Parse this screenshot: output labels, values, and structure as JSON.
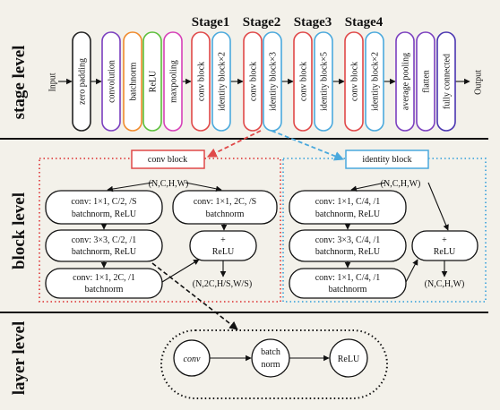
{
  "levels": {
    "stage": "stage level",
    "block": "block level",
    "layer": "layer level"
  },
  "stage_level": {
    "input": "Input",
    "output": "Output",
    "stage_labels": [
      "Stage1",
      "Stage2",
      "Stage3",
      "Stage4"
    ],
    "layers": [
      {
        "label": "zero padding",
        "color": "#222222"
      },
      {
        "label": "convolution",
        "color": "#7b3fbf"
      },
      {
        "label": "batchnorm",
        "color": "#f08a2c"
      },
      {
        "label": "ReLU",
        "color": "#5bbf3a"
      },
      {
        "label": "maxpooling",
        "color": "#d640b8"
      },
      {
        "label": "conv block",
        "color": "#e04848"
      },
      {
        "label": "identity block×2",
        "color": "#4aa9dd"
      },
      {
        "label": "conv block",
        "color": "#e04848"
      },
      {
        "label": "identity block×3",
        "color": "#4aa9dd"
      },
      {
        "label": "conv block",
        "color": "#e04848"
      },
      {
        "label": "identity block×5",
        "color": "#4aa9dd"
      },
      {
        "label": "conv block",
        "color": "#e04848"
      },
      {
        "label": "identity block×2",
        "color": "#4aa9dd"
      },
      {
        "label": "average pooling",
        "color": "#7b3fbf"
      },
      {
        "label": "flatten",
        "color": "#7b3fbf"
      },
      {
        "label": "fully connected",
        "color": "#4a35b0"
      }
    ]
  },
  "block_level": {
    "conv_block": {
      "title": "conv block",
      "color": "#e04848",
      "input_shape": "(N,C,H,W)",
      "main_path": [
        {
          "line1": "conv: 1×1, C/2, /S",
          "line2": "batchnorm, ReLU"
        },
        {
          "line1": "conv: 3×3, C/2, /1",
          "line2": "batchnorm, ReLU"
        },
        {
          "line1": "conv: 1×1, 2C, /1",
          "line2": "batchnorm"
        }
      ],
      "shortcut": {
        "line1": "conv: 1×1, 2C, /S",
        "line2": "batchnorm"
      },
      "add": {
        "line1": "+",
        "line2": "ReLU"
      },
      "output_shape": "(N,2C,H/S,W/S)"
    },
    "identity_block": {
      "title": "identity block",
      "color": "#4aa9dd",
      "input_shape": "(N,C,H,W)",
      "main_path": [
        {
          "line1": "conv: 1×1, C/4, /1",
          "line2": "batchnorm, ReLU"
        },
        {
          "line1": "conv: 3×3, C/4, /1",
          "line2": "batchnorm, ReLU"
        },
        {
          "line1": "conv: 1×1, C/4, /1",
          "line2": "batchnorm"
        }
      ],
      "add": {
        "line1": "+",
        "line2": "ReLU"
      },
      "output_shape": "(N,C,H,W)"
    }
  },
  "layer_level": {
    "nodes": [
      {
        "line1": "conv",
        "line2": ""
      },
      {
        "line1": "batch",
        "line2": "norm"
      },
      {
        "line1": "ReLU",
        "line2": ""
      }
    ]
  }
}
